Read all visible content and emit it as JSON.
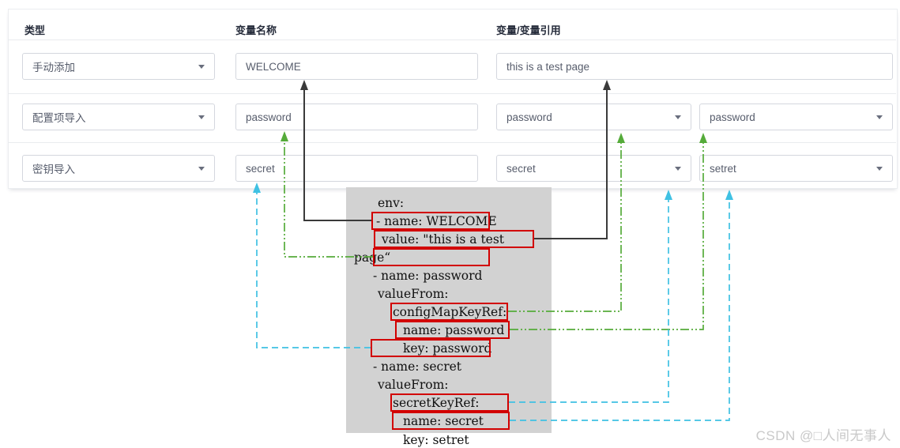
{
  "header": {
    "type": "类型",
    "name": "变量名称",
    "ref": "变量/变量引用"
  },
  "rows": [
    {
      "type": "手动添加",
      "name": "WELCOME",
      "value": "this is a test page"
    },
    {
      "type": "配置项导入",
      "name": "password",
      "source": "password",
      "key": "password"
    },
    {
      "type": "密钥导入",
      "name": "secret",
      "source": "secret",
      "key": "setret"
    }
  ],
  "code": {
    "lines": [
      "env:",
      "- name: WELCOME",
      "value: \"this is a test",
      "page“",
      "- name: password",
      "valueFrom:",
      "configMapKeyRef:",
      "name: password",
      "key: password",
      "- name: secret",
      "valueFrom:",
      "secretKeyRef:",
      "name: secret",
      "key: setret"
    ]
  },
  "annotations": {
    "connections": [
      {
        "from": "- name: WELCOME",
        "to": "row1 变量名称 input",
        "color": "black"
      },
      {
        "from": "value: \"this is a test page\"",
        "to": "row1 变量/变量引用 input",
        "color": "black"
      },
      {
        "from": "page\" line",
        "to": "row2 password name input",
        "color": "green"
      },
      {
        "from": "configMapKeyRef:",
        "to": "row2 password source dropdown",
        "color": "green"
      },
      {
        "from": "name: password",
        "to": "row2 password key dropdown",
        "color": "green"
      },
      {
        "from": "key: password",
        "to": "row3 secret name input",
        "color": "cyan"
      },
      {
        "from": "secretKeyRef:",
        "to": "row3 secret source dropdown",
        "color": "cyan"
      },
      {
        "from": "name: secret",
        "to": "row3 setret key dropdown",
        "color": "cyan"
      }
    ]
  },
  "colors": {
    "arrow_black": "#3a3a3a",
    "arrow_green": "#55ab3a",
    "arrow_cyan": "#3fc1e3",
    "highlight_red": "#d20000",
    "code_bg": "#d2d2d2",
    "header_text": "#252b3a",
    "input_text": "#575d6c",
    "watermark_text": "#c9c9c9"
  },
  "watermark": {
    "text": "CSDN @□人间无事人"
  }
}
